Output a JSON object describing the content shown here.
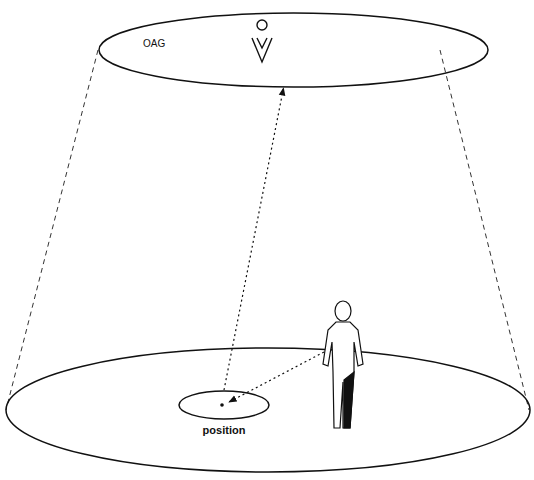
{
  "diagram": {
    "nodes": [
      {
        "text": [
          "OAG"
        ]
      },
      {
        "text": [
          "position"
        ]
      }
    ],
    "edges": [
      {
        "from": 1,
        "to": 0,
        "arrow": "to"
      }
    ]
  }
}
